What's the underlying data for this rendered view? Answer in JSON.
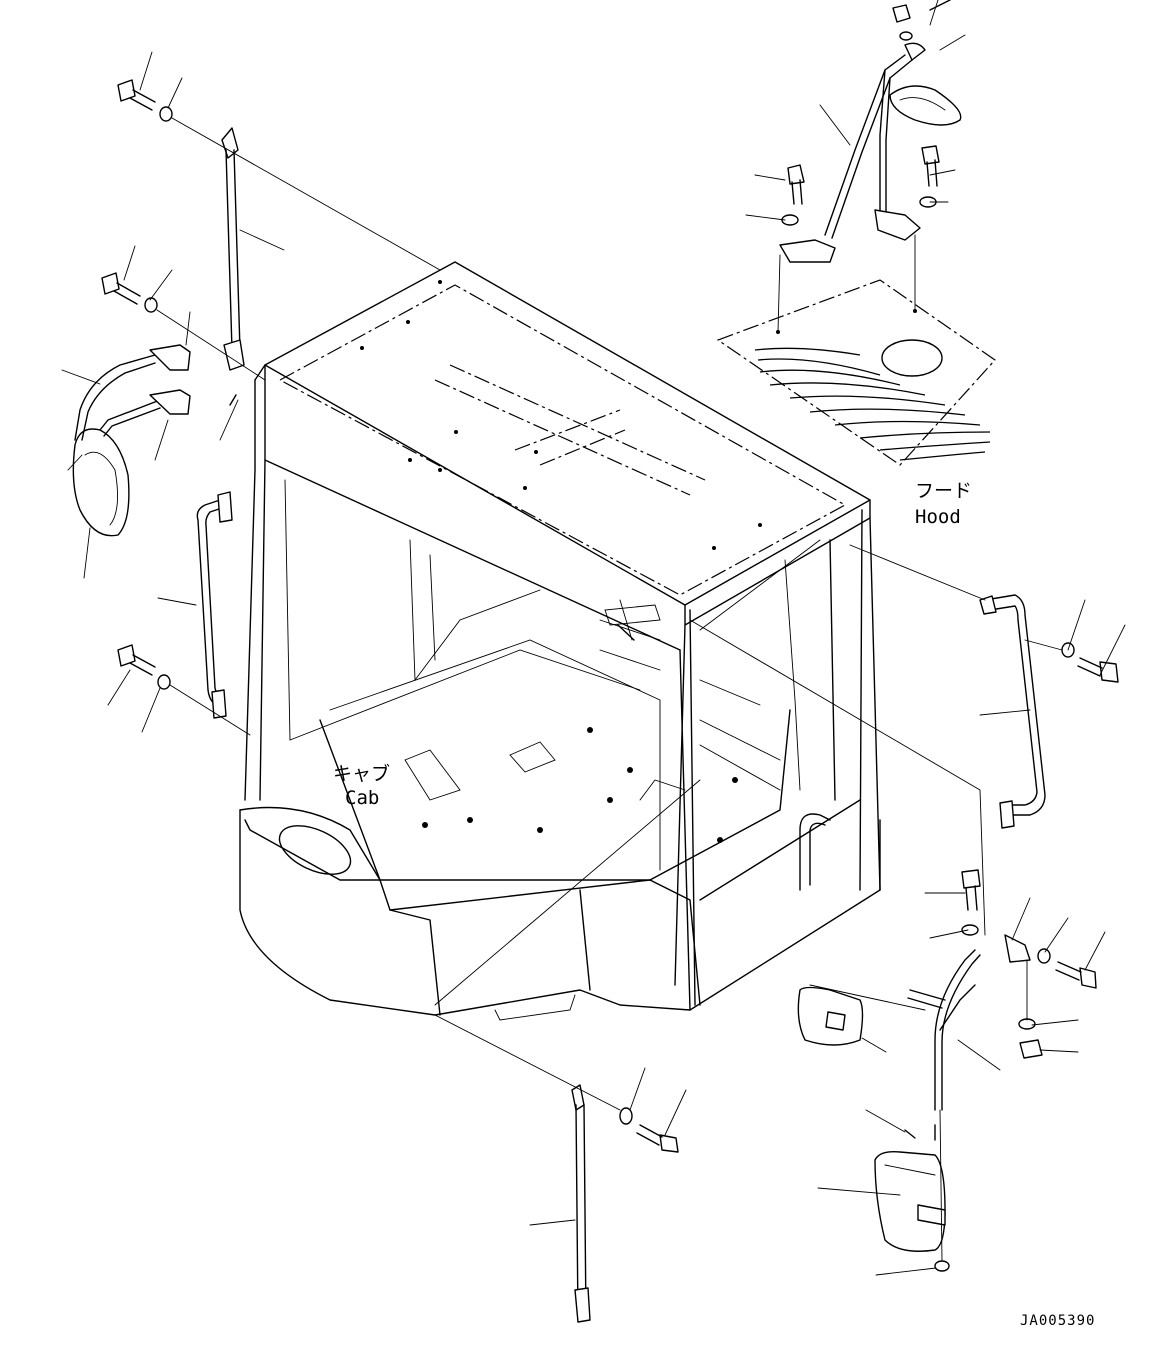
{
  "labels": {
    "cab_jp": "キャブ",
    "cab_en": "Cab",
    "hood_jp": "フード",
    "hood_en": "Hood"
  },
  "drawing_code": "JA005390"
}
